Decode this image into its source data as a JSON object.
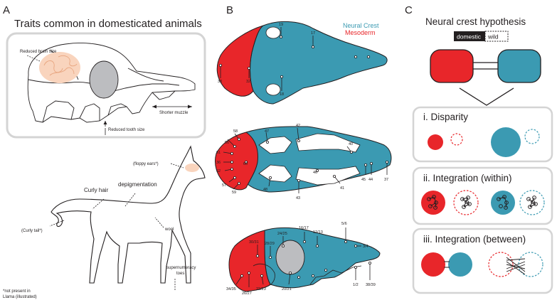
{
  "panelA": {
    "letter": "A",
    "title": "Traits common in domesticated animals",
    "skull_labels": {
      "brain": "Reduced brain size",
      "muzzle": "Shorter muzzle",
      "tooth": "Reduced tooth size"
    },
    "llama_labels": {
      "floppy_ears": "(floppy ears*)",
      "curly_hair": "Curly hair",
      "depigmentation": "depigmentation",
      "curly_tail": "(Curly tail*)",
      "wool": "wool",
      "supernumerary": [
        "supernumeracy",
        "toes"
      ]
    },
    "footnote": [
      "*not present in",
      "Llama (illustrated)"
    ]
  },
  "panelB": {
    "letter": "B",
    "legend": {
      "neural_crest": "Neural Crest",
      "mesoderm": "Mesoderm"
    },
    "colors": {
      "neural_crest": "#3b9ab2",
      "mesoderm": "#e8262a"
    },
    "dorsal_numbers": [
      "19",
      "17",
      "33",
      "32",
      "18"
    ],
    "ventral_numbers": [
      "58",
      "56",
      "47",
      "42",
      "40",
      "61",
      "36",
      "60",
      "62",
      "46",
      "57",
      "59",
      "48",
      "43",
      "41",
      "45",
      "44",
      "37"
    ],
    "lateral_numbers": [
      "16/17",
      "12/13",
      "5/6",
      "24/25",
      "30/31",
      "28/29",
      "3/4",
      "34/35",
      "26/27",
      "22/23",
      "20/21",
      "1/2",
      "38/39"
    ]
  },
  "panelC": {
    "letter": "C",
    "title": "Neural crest hypothesis",
    "legend": {
      "domestic": "domestic",
      "wild": "wild"
    },
    "sections": [
      {
        "title": "i. Disparity"
      },
      {
        "title": "ii. Integration (within)"
      },
      {
        "title": "iii. Integration (between)"
      }
    ],
    "colors": {
      "red": "#e8262a",
      "blue": "#3b9ab2"
    }
  }
}
